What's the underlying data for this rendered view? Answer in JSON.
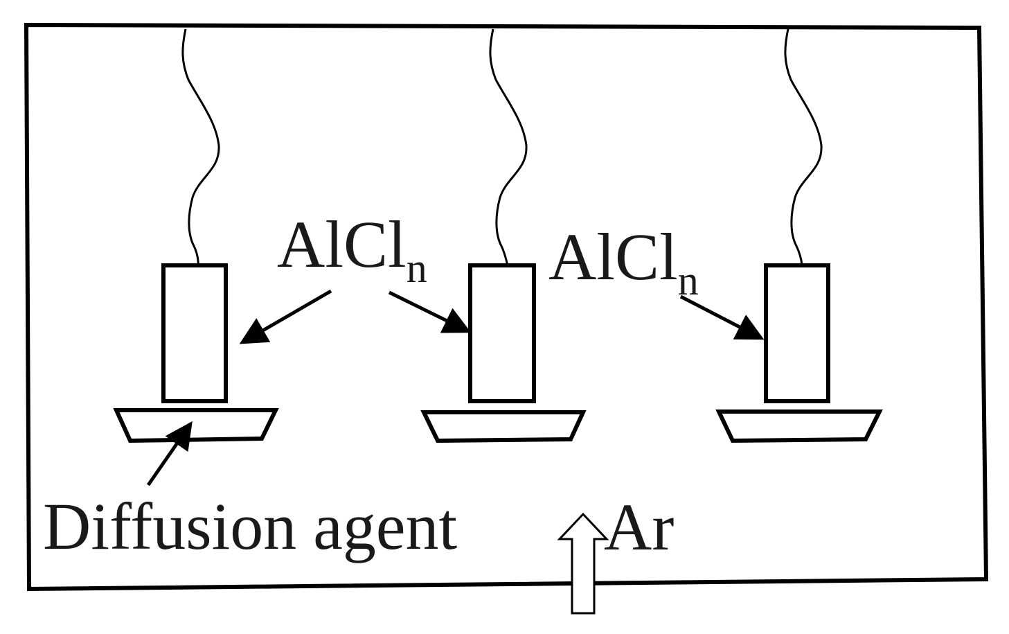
{
  "labels": {
    "alcl_left": {
      "base": "AlCl",
      "subscript": "n"
    },
    "alcl_right": {
      "base": "AlCl",
      "subscript": "n"
    },
    "diffusion_agent": "Diffusion agent",
    "gas": "Ar"
  },
  "colors": {
    "stroke": "#000000",
    "text": "#1a1a1a",
    "background": "#ffffff"
  }
}
